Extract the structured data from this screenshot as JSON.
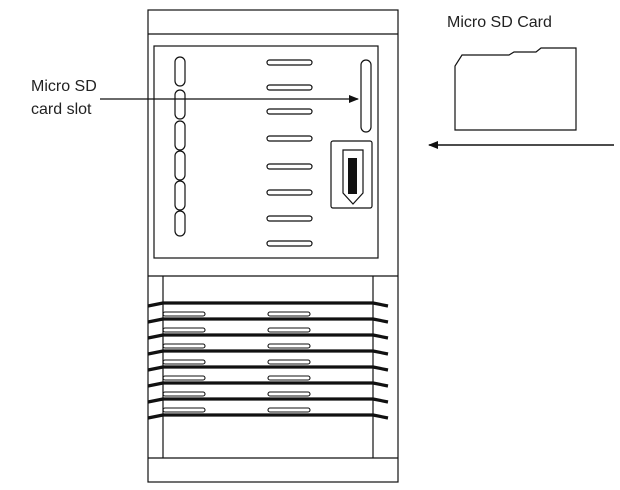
{
  "labels": {
    "micro_sd_card": "Micro SD Card",
    "micro_sd_slot_line1": "Micro SD",
    "micro_sd_slot_line2": "card slot"
  },
  "colors": {
    "stroke": "#111111",
    "text": "#222222",
    "background": "#ffffff"
  }
}
